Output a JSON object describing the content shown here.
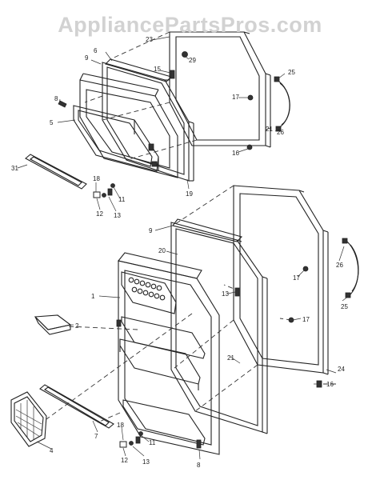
{
  "watermark": "AppliancePartsPros.com",
  "callouts": [
    "23",
    "6",
    "9",
    "15",
    "29",
    "25",
    "17",
    "8",
    "5",
    "21",
    "26",
    "16",
    "19",
    "31",
    "18",
    "12",
    "13",
    "11",
    "9",
    "20",
    "1",
    "26",
    "17",
    "13",
    "17",
    "2",
    "25",
    "21",
    "24",
    "16",
    "4",
    "7",
    "18",
    "12",
    "13",
    "11",
    "8"
  ]
}
